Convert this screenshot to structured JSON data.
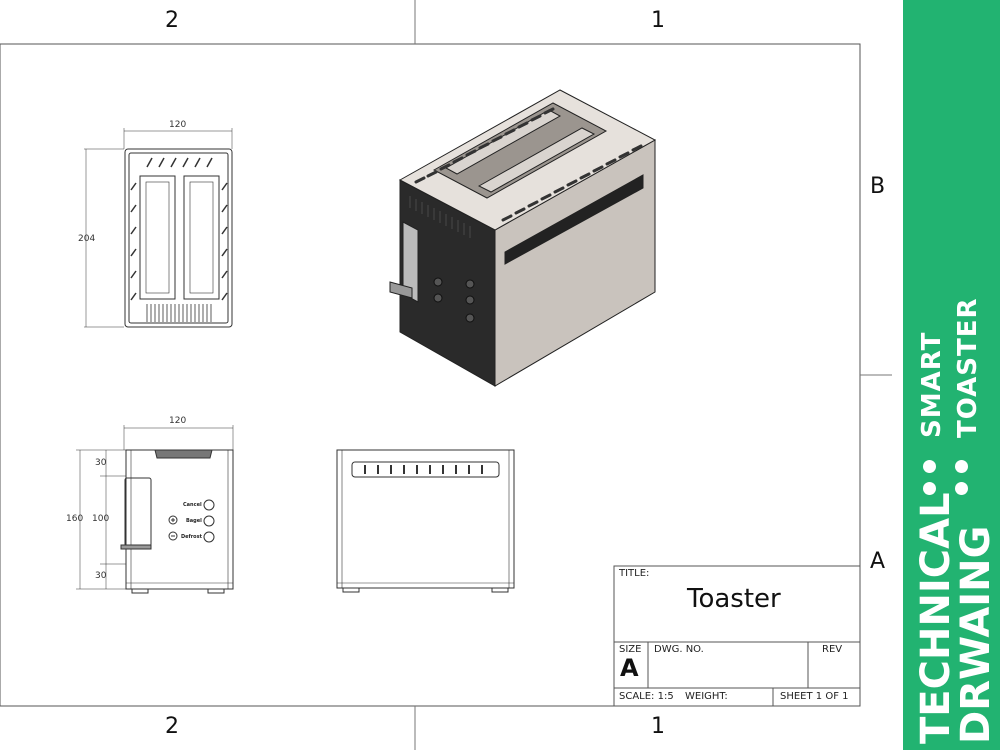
{
  "zones": {
    "top": [
      "2",
      "1"
    ],
    "bottom": [
      "2",
      "1"
    ],
    "right": [
      "B",
      "A"
    ]
  },
  "top_view": {
    "width": "120",
    "height": "204"
  },
  "front_view": {
    "width": "120",
    "height_total": "160",
    "top_dim": "30",
    "mid_dim": "100",
    "bottom_dim": "30",
    "buttons": [
      "Cancel",
      "Bagel",
      "Defrost"
    ]
  },
  "title_block": {
    "title_label": "TITLE:",
    "title": "Toaster",
    "size_label": "SIZE",
    "size": "A",
    "dwg_label": "DWG.  NO.",
    "rev_label": "REV",
    "scale": "SCALE: 1:5",
    "weight": "WEIGHT:",
    "sheet": "SHEET 1 OF 1"
  },
  "banner": {
    "line1": "SMART",
    "line2": "TOASTER",
    "line3": "TECHNICAL",
    "line4": "DRWAING",
    "color": "#22b371"
  }
}
